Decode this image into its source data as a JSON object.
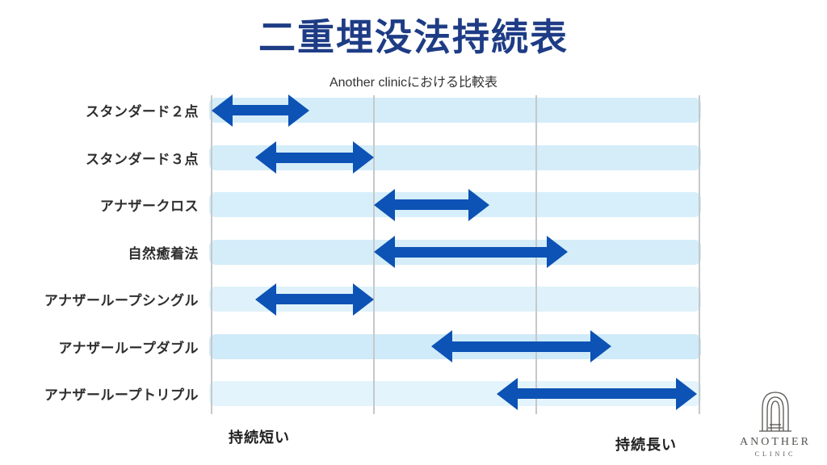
{
  "header": {
    "title": "二重埋没法持続表",
    "subtitle": "Another clinicにおける比較表"
  },
  "axis_labels": {
    "short": "持続短い",
    "long": "持続長い"
  },
  "logo": {
    "brand": "ANOTHER",
    "sub_brand": "CLINIC",
    "icon": "arch-icon"
  },
  "colors": {
    "title_navy": "#1e3c85",
    "arrow_blue": "#0d52b5",
    "gridline_gray": "#c5c8ca",
    "band_blue": "#d4edf9",
    "label_text": "#2e2e2e",
    "logo_gray": "#55534f"
  },
  "chart_data": {
    "type": "range_bar",
    "orientation": "horizontal",
    "title": "二重埋没法持続表",
    "subtitle": "Another clinicにおける比較表",
    "x_axis": {
      "min_label": "持続短い",
      "max_label": "持続長い",
      "range_pct": [
        0,
        100
      ],
      "gridlines_pct": [
        0,
        33.3,
        66.5,
        100
      ],
      "grid_on": true
    },
    "legend": "none",
    "rows": [
      {
        "label": "スタンダード２点",
        "duration_range_pct": [
          0,
          20
        ],
        "band_color": "#d4edf9"
      },
      {
        "label": "スタンダード３点",
        "duration_range_pct": [
          9,
          33.3
        ],
        "band_color": "#d4edf9"
      },
      {
        "label": "アナザークロス",
        "duration_range_pct": [
          33.3,
          57
        ],
        "band_color": "#d7effa"
      },
      {
        "label": "自然癒着法",
        "duration_range_pct": [
          33.3,
          73
        ],
        "band_color": "#d4edf9"
      },
      {
        "label": "アナザーループシングル",
        "duration_range_pct": [
          9,
          33.3
        ],
        "band_color": "#dff2fb"
      },
      {
        "label": "アナザーループダブル",
        "duration_range_pct": [
          45,
          82
        ],
        "band_color": "#cfeaf8"
      },
      {
        "label": "アナザーループトリプル",
        "duration_range_pct": [
          58.5,
          99.5
        ],
        "band_color": "#e4f4fc"
      }
    ]
  }
}
